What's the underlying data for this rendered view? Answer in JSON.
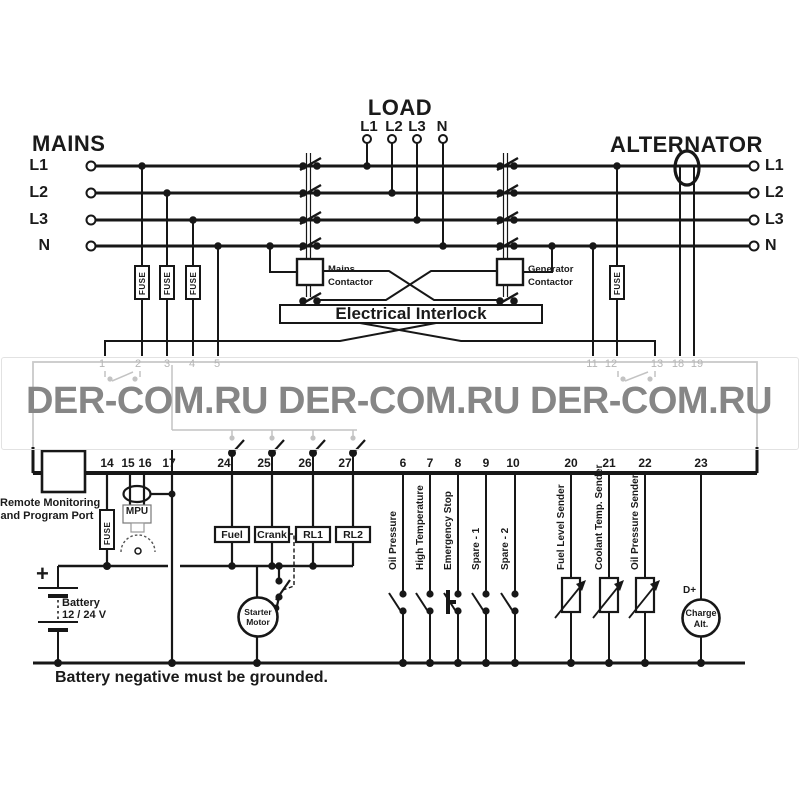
{
  "watermark": {
    "text": "DER-COM.RU DER-COM.RU DER-COM.RU"
  },
  "titles": {
    "mains": "MAINS",
    "load": "LOAD",
    "alternator": "ALTERNATOR"
  },
  "phases": {
    "l1": "L1",
    "l2": "L2",
    "l3": "L3",
    "n": "N"
  },
  "terminals_top": [
    "1",
    "2",
    "3",
    "4",
    "5",
    "11",
    "12",
    "13",
    "18",
    "19"
  ],
  "terminals_bottom": [
    "14",
    "15",
    "16",
    "17",
    "24",
    "25",
    "26",
    "27",
    "6",
    "7",
    "8",
    "9",
    "10",
    "20",
    "21",
    "22",
    "23"
  ],
  "components": {
    "fuse": "FUSE",
    "mains_contactor": {
      "line1": "Mains",
      "line2": "Contactor"
    },
    "generator_contactor": {
      "line1": "Generator",
      "line2": "Contactor"
    },
    "interlock": "Electrical Interlock",
    "remote_port": {
      "line1": "Remote Monitoring",
      "line2": "and Program Port"
    },
    "mpu": "MPU",
    "battery": {
      "plus": "+",
      "line1": "Battery",
      "line2": "12 / 24 V"
    },
    "starter": {
      "line1": "Starter",
      "line2": "Motor"
    },
    "outputs": {
      "fuel": "Fuel",
      "crank": "Crank",
      "rl1": "RL1",
      "rl2": "RL2"
    },
    "charge_alt": {
      "dplus": "D+",
      "line1": "Charge",
      "line2": "Alt."
    }
  },
  "inputs": [
    "Oil Pressure",
    "High Temperature",
    "Emergency Stop",
    "Spare - 1",
    "Spare - 2"
  ],
  "senders": [
    "Fuel Level Sender",
    "Coolant Temp. Sender",
    "Oil Pressure Sender"
  ],
  "note": "Battery negative must be grounded.",
  "colors": {
    "line": "#1a1a1a",
    "faded": "#c3c3c3",
    "watermark": "#8a8a8a"
  }
}
